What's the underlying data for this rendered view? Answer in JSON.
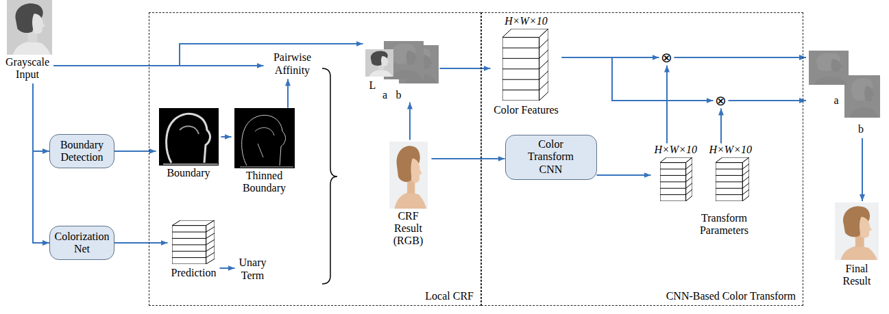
{
  "diagram": {
    "nodes": [
      {
        "text": [
          "Grayscale Input"
        ]
      },
      {
        "text": [
          "Boundary Detection"
        ]
      },
      {
        "text": [
          "Colorization Net"
        ]
      },
      {
        "text": [
          "Local CRF"
        ]
      },
      {
        "text": [
          "Boundary"
        ],
        "in": 3
      },
      {
        "text": [
          "Thinned Boundary"
        ],
        "in": 3
      },
      {
        "text": [
          "Pairwise Affinity"
        ],
        "in": 3
      },
      {
        "text": [
          "Prediction"
        ],
        "in": 3
      },
      {
        "text": [
          "Unary Term"
        ],
        "in": 3
      },
      {
        "text": [
          "L",
          "a",
          "b"
        ],
        "in": 3
      },
      {
        "text": [
          "CRF Result (RGB)"
        ],
        "in": 3
      },
      {
        "text": [
          "CNN-Based Color Transform"
        ]
      },
      {
        "text": [
          "H×W×10",
          "Color Features"
        ],
        "in": 11
      },
      {
        "text": [
          "Color Transform CNN"
        ],
        "in": 11
      },
      {
        "text": [
          "H×W×10",
          "H×W×10",
          "Transform Parameters"
        ],
        "in": 11
      },
      {
        "text": [
          "⊗"
        ],
        "in": 11
      },
      {
        "text": [
          "⊗"
        ],
        "in": 11
      },
      {
        "text": [
          "a",
          "b"
        ]
      },
      {
        "text": [
          "Final Result"
        ]
      }
    ],
    "edges": [
      {
        "from": 0,
        "to": 1,
        "arrow": "to"
      },
      {
        "from": 0,
        "to": 2,
        "arrow": "to"
      },
      {
        "from": 0,
        "to": 6,
        "arrow": "to"
      },
      {
        "from": 0,
        "to": 9,
        "arrow": "to"
      },
      {
        "from": 1,
        "to": 4,
        "arrow": "to"
      },
      {
        "from": 4,
        "to": 5,
        "arrow": "to"
      },
      {
        "from": 5,
        "to": 6,
        "arrow": "to"
      },
      {
        "from": 2,
        "to": 7,
        "arrow": "to"
      },
      {
        "from": 7,
        "to": 8,
        "arrow": "to"
      },
      {
        "from": 10,
        "to": 9,
        "arrow": "to"
      },
      {
        "from": 9,
        "to": 12,
        "arrow": "to"
      },
      {
        "from": 10,
        "to": 13,
        "arrow": "to"
      },
      {
        "from": 13,
        "to": 14,
        "arrow": "to"
      },
      {
        "from": 12,
        "to": 15,
        "arrow": "to"
      },
      {
        "from": 12,
        "to": 16,
        "arrow": "to"
      },
      {
        "from": 14,
        "to": 15,
        "arrow": "to"
      },
      {
        "from": 14,
        "to": 16,
        "arrow": "to"
      },
      {
        "from": 15,
        "to": 17,
        "arrow": "to"
      },
      {
        "from": 16,
        "to": 17,
        "arrow": "to"
      },
      {
        "from": 17,
        "to": 18,
        "arrow": "to"
      }
    ]
  }
}
